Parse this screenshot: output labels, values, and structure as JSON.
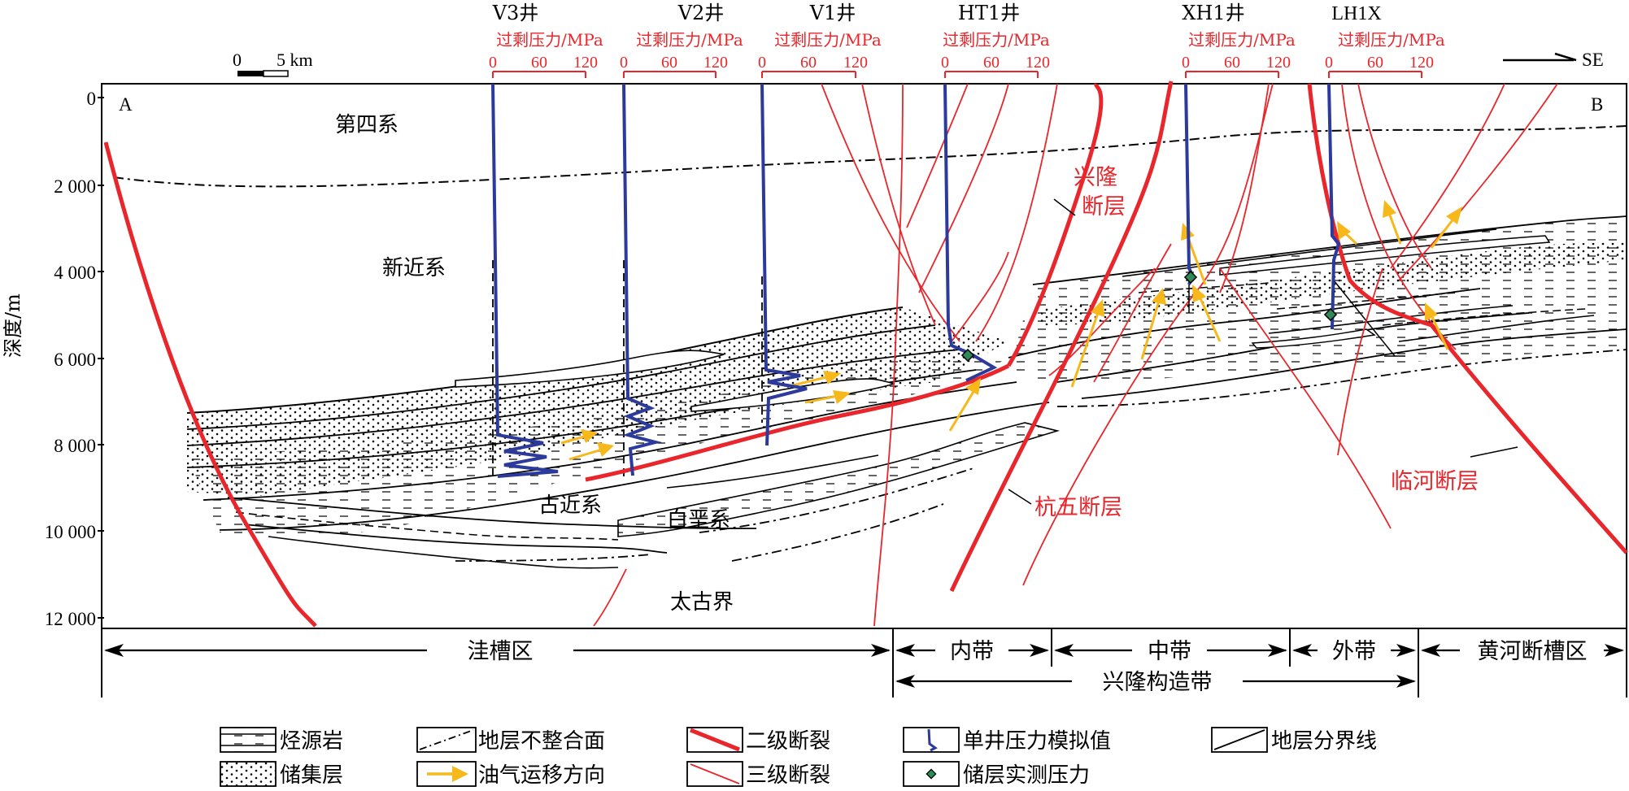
{
  "direction_label": "SE",
  "scale_bar": {
    "zero": "0",
    "five": "5 km"
  },
  "profile_ends": {
    "left": "A",
    "right": "B"
  },
  "depth_axis": {
    "label": "深度/m",
    "ticks": [
      "0",
      "2 000",
      "4 000",
      "6 000",
      "8 000",
      "10 000",
      "12 000"
    ]
  },
  "wells": [
    {
      "name": "V3井",
      "axis_label": "过剩压力/MPa",
      "ticks": [
        "0",
        "60",
        "120"
      ]
    },
    {
      "name": "V2井",
      "axis_label": "过剩压力/MPa",
      "ticks": [
        "0",
        "60",
        "120"
      ]
    },
    {
      "name": "V1井",
      "axis_label": "过剩压力/MPa",
      "ticks": [
        "0",
        "60",
        "120"
      ]
    },
    {
      "name": "HT1井",
      "axis_label": "过剩压力/MPa",
      "ticks": [
        "0",
        "60",
        "120"
      ]
    },
    {
      "name": "XH1井",
      "axis_label": "过剩压力/MPa",
      "ticks": [
        "0",
        "60",
        "120"
      ]
    },
    {
      "name": "LH1X",
      "axis_label": "过剩压力/MPa",
      "ticks": [
        "0",
        "60",
        "120"
      ]
    }
  ],
  "strata_labels": {
    "quaternary": "第四系",
    "neogene": "新近系",
    "paleogene": "古近系",
    "cretaceous": "白垩系",
    "archean": "太古界"
  },
  "fault_labels": {
    "xinglong_1": "兴隆",
    "xinglong_2": "断层",
    "hangwu": "杭五断层",
    "linhe": "临河断层"
  },
  "zones": {
    "sag": "洼槽区",
    "inner": "内带",
    "middle": "中带",
    "outer": "外带",
    "yellow_river": "黄河断槽区",
    "xinglong_belt": "兴隆构造带"
  },
  "legend": [
    {
      "key": "source",
      "label": "烃源岩"
    },
    {
      "key": "reservoir",
      "label": "储集层"
    },
    {
      "key": "unconformity",
      "label": "地层不整合面"
    },
    {
      "key": "migration",
      "label": "油气运移方向"
    },
    {
      "key": "fault2",
      "label": "二级断裂"
    },
    {
      "key": "fault3",
      "label": "三级断裂"
    },
    {
      "key": "sim",
      "label": "单井压力模拟值"
    },
    {
      "key": "measured",
      "label": "储层实测压力"
    },
    {
      "key": "boundary",
      "label": "地层分界线"
    }
  ],
  "colors": {
    "fault": "#e8262b",
    "pressure_text": "#e8262b",
    "well_curve": "#2b3a9b",
    "migration_arrow": "#f6b81a",
    "measured_marker": "#2e8b57",
    "line": "#000000"
  }
}
